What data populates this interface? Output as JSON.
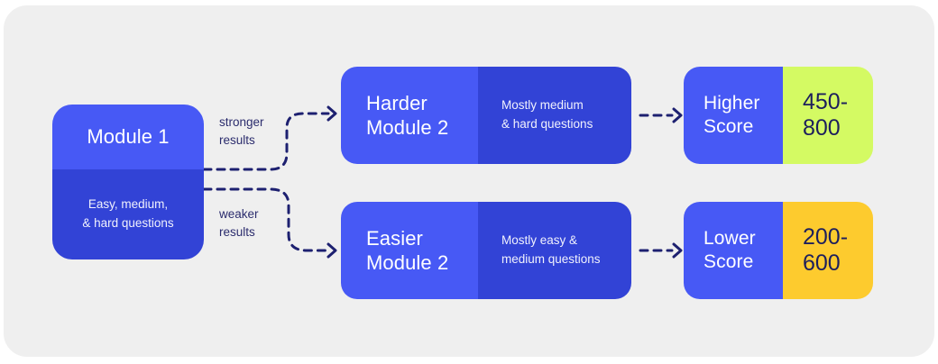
{
  "canvas": {
    "background": "#ffffff",
    "card_background": "#efefef"
  },
  "palette": {
    "blue_light": "#4759f5",
    "blue_dark": "#3243d6",
    "lime": "#d4fa63",
    "amber": "#fdcb2e",
    "navy_text": "#1d1f5c",
    "label_text": "#2b2c6d",
    "white_text": "#ffffff"
  },
  "nodes": {
    "module1": {
      "title": "Module 1",
      "subtitle": "Easy, medium,\n& hard questions"
    },
    "harder_module2": {
      "title": "Harder\nModule 2",
      "subtitle": "Mostly medium\n& hard questions"
    },
    "easier_module2": {
      "title": "Easier\nModule 2",
      "subtitle": "Mostly easy &\nmedium questions"
    },
    "higher_score": {
      "title": "Higher\nScore",
      "value": "450-\n800",
      "accent": "#d4fa63"
    },
    "lower_score": {
      "title": "Lower\nScore",
      "value": "200-\n600",
      "accent": "#fdcb2e"
    }
  },
  "connectors": {
    "stronger": "stronger\nresults",
    "weaker": "weaker\nresults",
    "stroke": "#1d2070",
    "dash": "8 7",
    "width": 3
  }
}
